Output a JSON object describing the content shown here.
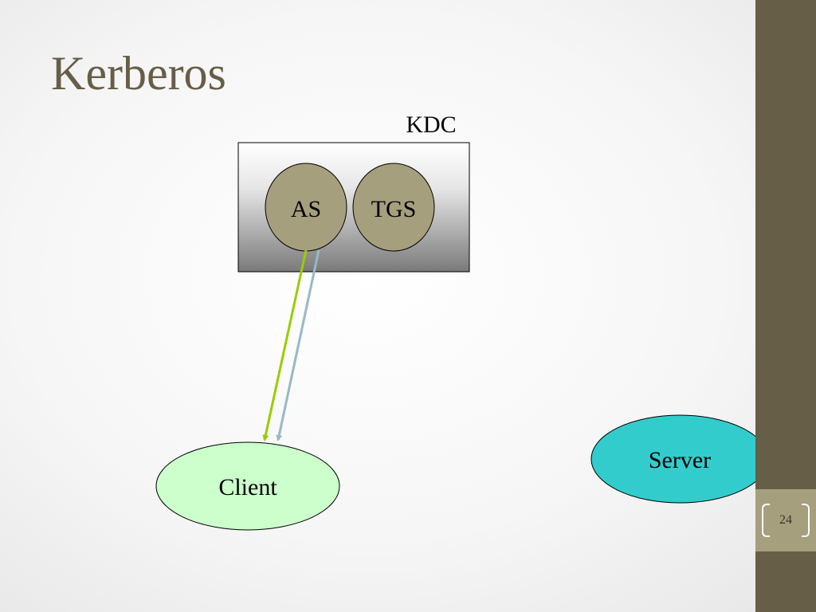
{
  "slide": {
    "title": "Kerberos",
    "page_number": "24"
  },
  "diagram": {
    "kdc_label": "KDC",
    "as_label": "AS",
    "tgs_label": "TGS",
    "client_label": "Client",
    "server_label": "Server"
  },
  "colors": {
    "title": "#675e47",
    "sidebar": "#675e47",
    "page_box": "#a69f7e",
    "kdc_node": "#a69f7e",
    "client_fill": "#ccffcc",
    "server_fill": "#33cccc",
    "arrow_green": "#99cc00",
    "arrow_blue": "#99b8c4"
  }
}
